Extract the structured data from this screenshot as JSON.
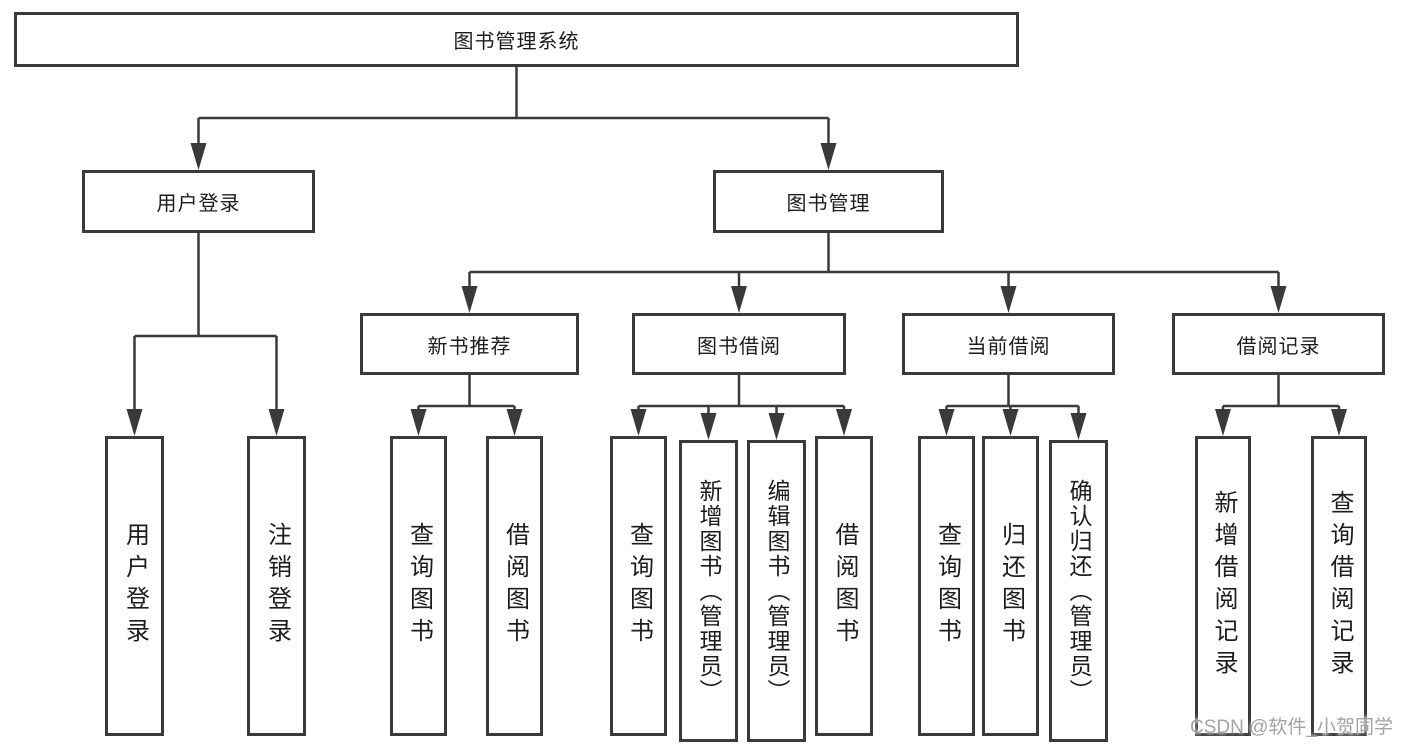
{
  "tree": {
    "root": {
      "label": "图书管理系统",
      "children": [
        {
          "label": "用户登录",
          "children": [
            {
              "label": "用户登录"
            },
            {
              "label": "注销登录"
            }
          ]
        },
        {
          "label": "图书管理",
          "children": [
            {
              "label": "新书推荐",
              "children": [
                {
                  "label": "查询图书"
                },
                {
                  "label": "借阅图书"
                }
              ]
            },
            {
              "label": "图书借阅",
              "children": [
                {
                  "label": "查询图书"
                },
                {
                  "label": "新增图书（管理员）"
                },
                {
                  "label": "编辑图书（管理员）"
                },
                {
                  "label": "借阅图书"
                }
              ]
            },
            {
              "label": "当前借阅",
              "children": [
                {
                  "label": "查询图书"
                },
                {
                  "label": "归还图书"
                },
                {
                  "label": "确认归还（管理员）"
                }
              ]
            },
            {
              "label": "借阅记录",
              "children": [
                {
                  "label": "新增借阅记录"
                },
                {
                  "label": "查询借阅记录"
                }
              ]
            }
          ]
        }
      ]
    }
  },
  "watermark": "CSDN @软件_小贺同学",
  "colors": {
    "line": "#3a3a3a",
    "box_border": "#3a3a3a",
    "box_fill": "#ffffff",
    "text": "#1d1d1d",
    "watermark": "#a3a3a3"
  }
}
